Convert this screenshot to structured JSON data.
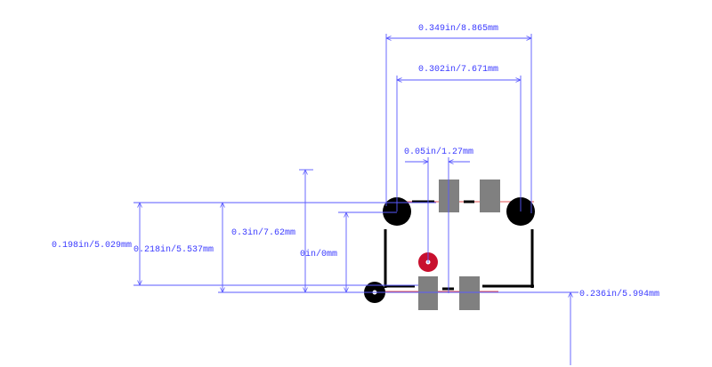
{
  "footprint": {
    "colors": {
      "dimension": "#5a5aff",
      "silkscreen": "#000000",
      "pad": "#808080",
      "hole": "#000000",
      "pin1_marker": "#c8102e",
      "courtyard": "#e05050"
    },
    "pads": [
      "pad-1",
      "pad-2",
      "pad-3",
      "pad-4"
    ],
    "holes": [
      "mount-hole-left",
      "mount-hole-right",
      "mount-hole-bottom"
    ]
  },
  "dimensions": {
    "top_overall": "0.349in/8.865mm",
    "top_inner": "0.302in/7.671mm",
    "pitch": "0.05in/1.27mm",
    "left_198": "0.198in/5.029mm",
    "left_218": "0.218in/5.537mm",
    "left_3": "0.3in/7.62mm",
    "zero": "0in/0mm",
    "right_236": "0.236in/5.994mm"
  }
}
